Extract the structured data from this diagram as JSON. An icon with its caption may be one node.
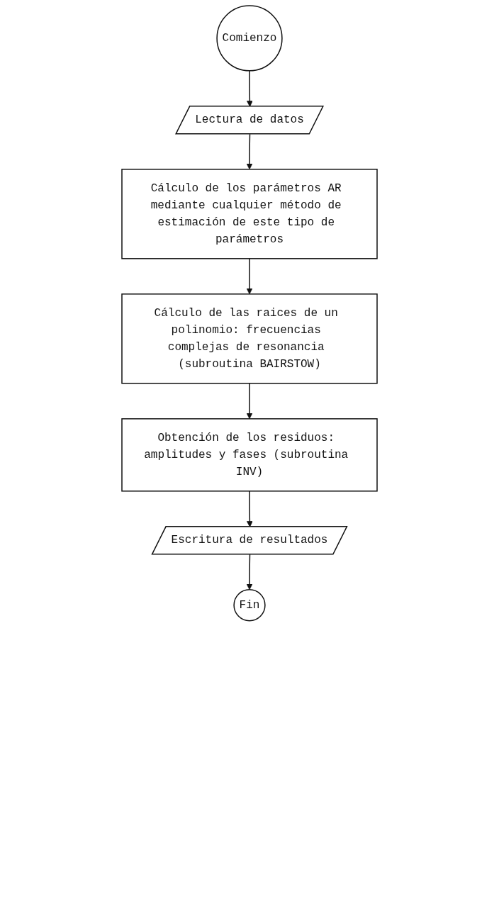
{
  "diagram": {
    "nodes": [
      {
        "text": [
          "Comienzo"
        ]
      },
      {
        "text": [
          "Lectura de datos"
        ]
      },
      {
        "text": [
          "Cálculo de los parámetros AR mediante cualquier método de estimación de este tipo de parámetros"
        ]
      },
      {
        "text": [
          "Cálculo de las raices de un polinomio: frecuencias complejas de resonancia (subroutina BAIRSTOW)"
        ]
      },
      {
        "text": [
          "Obtención de los residuos: amplitudes y fases (subroutina INV)"
        ]
      },
      {
        "text": [
          "Escritura de resultados"
        ]
      },
      {
        "text": [
          "Fin"
        ]
      }
    ],
    "edges": [
      {
        "from": 0,
        "to": 1,
        "arrow": "to"
      },
      {
        "from": 1,
        "to": 2,
        "arrow": "to"
      },
      {
        "from": 2,
        "to": 3,
        "arrow": "to"
      },
      {
        "from": 3,
        "to": 4,
        "arrow": "to"
      },
      {
        "from": 4,
        "to": 5,
        "arrow": "to"
      },
      {
        "from": 5,
        "to": 6,
        "arrow": "to"
      }
    ]
  }
}
